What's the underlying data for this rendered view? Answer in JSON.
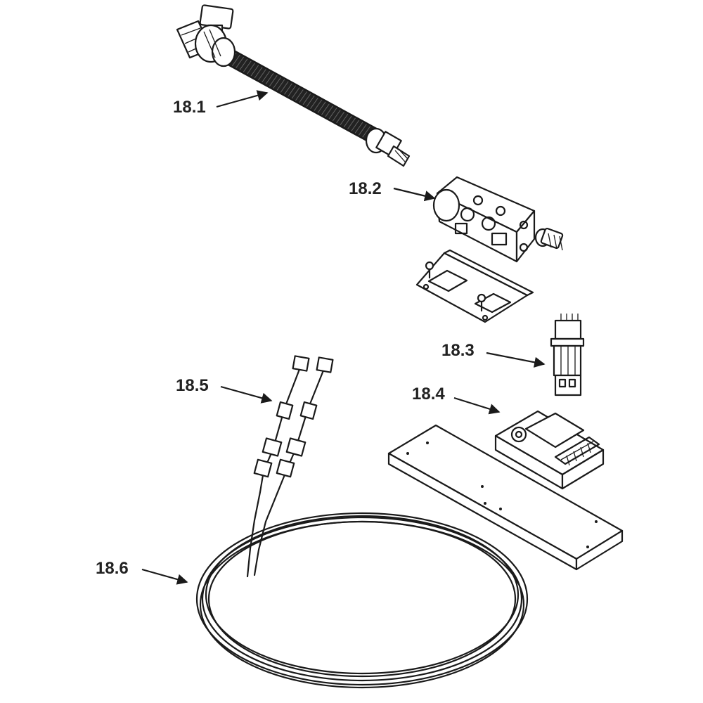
{
  "labels": {
    "part_18_1": "18.1",
    "part_18_2": "18.2",
    "part_18_3": "18.3",
    "part_18_4": "18.4",
    "part_18_5": "18.5",
    "part_18_6": "18.6"
  }
}
